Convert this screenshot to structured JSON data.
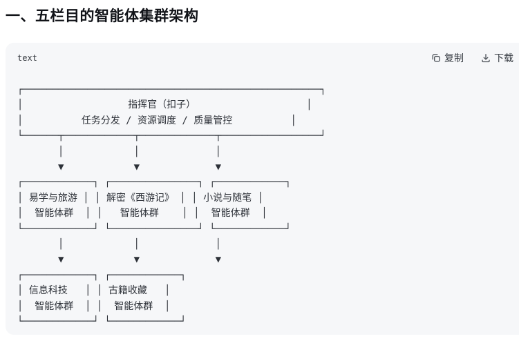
{
  "heading": "一、五栏目的智能体集群架构",
  "code_card": {
    "language": "text",
    "actions": {
      "copy_label": "复制",
      "download_label": "下载"
    },
    "diagram_lines": [
      "┌───────────────────────────────────────────────────┐",
      "│                  指挥官（扣子）                   │",
      "│          任务分发 / 资源调度 / 质量管控          │",
      "└──────┬────────────┬─────────────┬─────────────────┘",
      "       │            │             │",
      "       ▼            ▼             ▼",
      "┌────────────┐ ┌───────────────┐ ┌────────────┐",
      "│ 易学与旅游 │ │ 解密《西游记》 │ │ 小说与随笔 │",
      "│  智能体群  │ │   智能体群    │ │  智能体群  │",
      "└────────────┘ └───────────────┘ └────────────┘",
      "       │            │             │",
      "       ▼            ▼             ▼",
      "┌────────────┐ ┌────────────┐",
      "│ 信息科技   │ │ 古籍收藏   │",
      "│  智能体群  │ │  智能体群  │",
      "└────────────┘ └────────────┘"
    ],
    "diagram_nodes": {
      "commander": "指挥官（扣子）",
      "commander_roles": "任务分发 / 资源调度 / 质量管控",
      "level2": [
        "易学与旅游 智能体群",
        "解密《西游记》 智能体群",
        "小说与随笔 智能体群"
      ],
      "level3": [
        "信息科技 智能体群",
        "古籍收藏 智能体群"
      ]
    }
  },
  "colors": {
    "card_background": "#f6f7f9",
    "heading_text": "#111318",
    "diagram_text": "#2d3138",
    "action_text": "#363b42",
    "icon_stroke": "#4b5057"
  }
}
